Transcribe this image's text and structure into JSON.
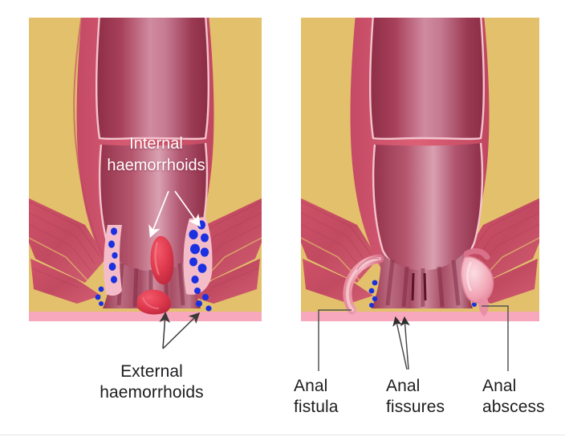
{
  "figure": {
    "title": "Haemorrhoids and anal conditions comparison illustration",
    "panels": [
      {
        "id": "left",
        "name": "haemorrhoids-panel",
        "labels": [
          {
            "name": "internal-haemorrhoids",
            "text": "Internal\nhaemorrhoids",
            "color": "#ffffff",
            "arrows": 2
          },
          {
            "name": "external-haemorrhoids",
            "text": "External\nhaemorrhoids",
            "color": "#1d1d1f",
            "arrows": 2
          }
        ]
      },
      {
        "id": "right",
        "name": "anal-conditions-panel",
        "labels": [
          {
            "name": "anal-fistula",
            "text": "Anal\nfistula",
            "color": "#1d1d1f",
            "leader": "bracket-left"
          },
          {
            "name": "anal-fissures",
            "text": "Anal\nfissures",
            "color": "#1d1d1f",
            "leader": "two-arrows"
          },
          {
            "name": "anal-abscess",
            "text": "Anal\nabscess",
            "color": "#1d1d1f",
            "leader": "bracket-right"
          }
        ]
      }
    ]
  },
  "text": {
    "internal_haemorrhoids_line1": "Internal",
    "internal_haemorrhoids_line2": "haemorrhoids",
    "external_haemorrhoids_line1": "External",
    "external_haemorrhoids_line2": "haemorrhoids",
    "anal_fistula_line1": "Anal",
    "anal_fistula_line2": "fistula",
    "anal_fissures_line1": "Anal",
    "anal_fissures_line2": "fissures",
    "anal_abscess_line1": "Anal",
    "anal_abscess_line2": "abscess"
  },
  "colors": {
    "background": "#ffffff",
    "skin_tan": "#e3c06b",
    "muscle_red": "#d4566f",
    "mucosa_deep": "#9e3650",
    "mucosa_mid": "#c06078",
    "mucosa_light": "#e7a0ae",
    "haemorrhoid_red": "#e03a4e",
    "vein_blue": "#1b30e0",
    "skin_edge_pink": "#f7a8bc",
    "highlight_pink": "#f4bcc8",
    "label_text": "#1d1d1f",
    "leader_line": "#555555",
    "bottom_rule": "#e6e6e6"
  },
  "anatomy": {
    "left_panel_features": [
      "rectal-lumen",
      "anal-canal",
      "internal-haemorrhoid-lump",
      "external-haemorrhoid-lump",
      "haemorrhoidal-veins",
      "levator-muscle",
      "sphincter-muscle",
      "perianal-skin"
    ],
    "right_panel_features": [
      "rectal-lumen",
      "anal-canal",
      "anal-fistula-tract",
      "anal-fissure-slits",
      "anal-abscess-sac",
      "haemorrhoidal-veins",
      "levator-muscle",
      "sphincter-muscle",
      "perianal-skin"
    ],
    "vein_dot_count_left_upper": 8,
    "vein_dot_count_left_lower": 4,
    "fissure_slit_count": 2
  }
}
